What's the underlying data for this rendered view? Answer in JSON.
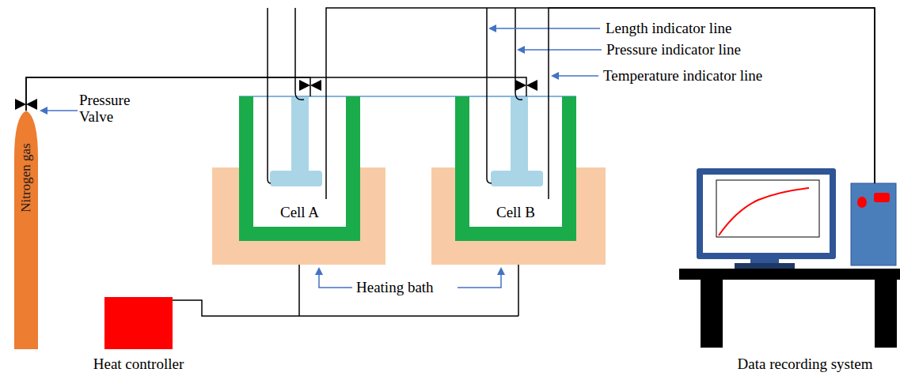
{
  "diagram": {
    "nodes": [
      {
        "text": [
          "Nitrogen gas"
        ]
      },
      {
        "text": [
          "Cell A"
        ]
      },
      {
        "text": [
          "Cell B"
        ]
      },
      {
        "text": [
          "Heat controller"
        ]
      },
      {
        "text": [
          "Data recording system"
        ]
      }
    ],
    "edges": [
      {
        "from": 0,
        "to": 1,
        "arrow": "none"
      },
      {
        "from": 0,
        "to": 2,
        "arrow": "none"
      },
      {
        "from": 4,
        "to": 1,
        "arrow": "none"
      },
      {
        "from": 4,
        "to": 2,
        "arrow": "none"
      }
    ],
    "labels": [
      "Pressure Valve",
      "Length indicator line",
      "Pressure indicator line",
      "Temperature indicator line",
      "Heating bath"
    ]
  }
}
